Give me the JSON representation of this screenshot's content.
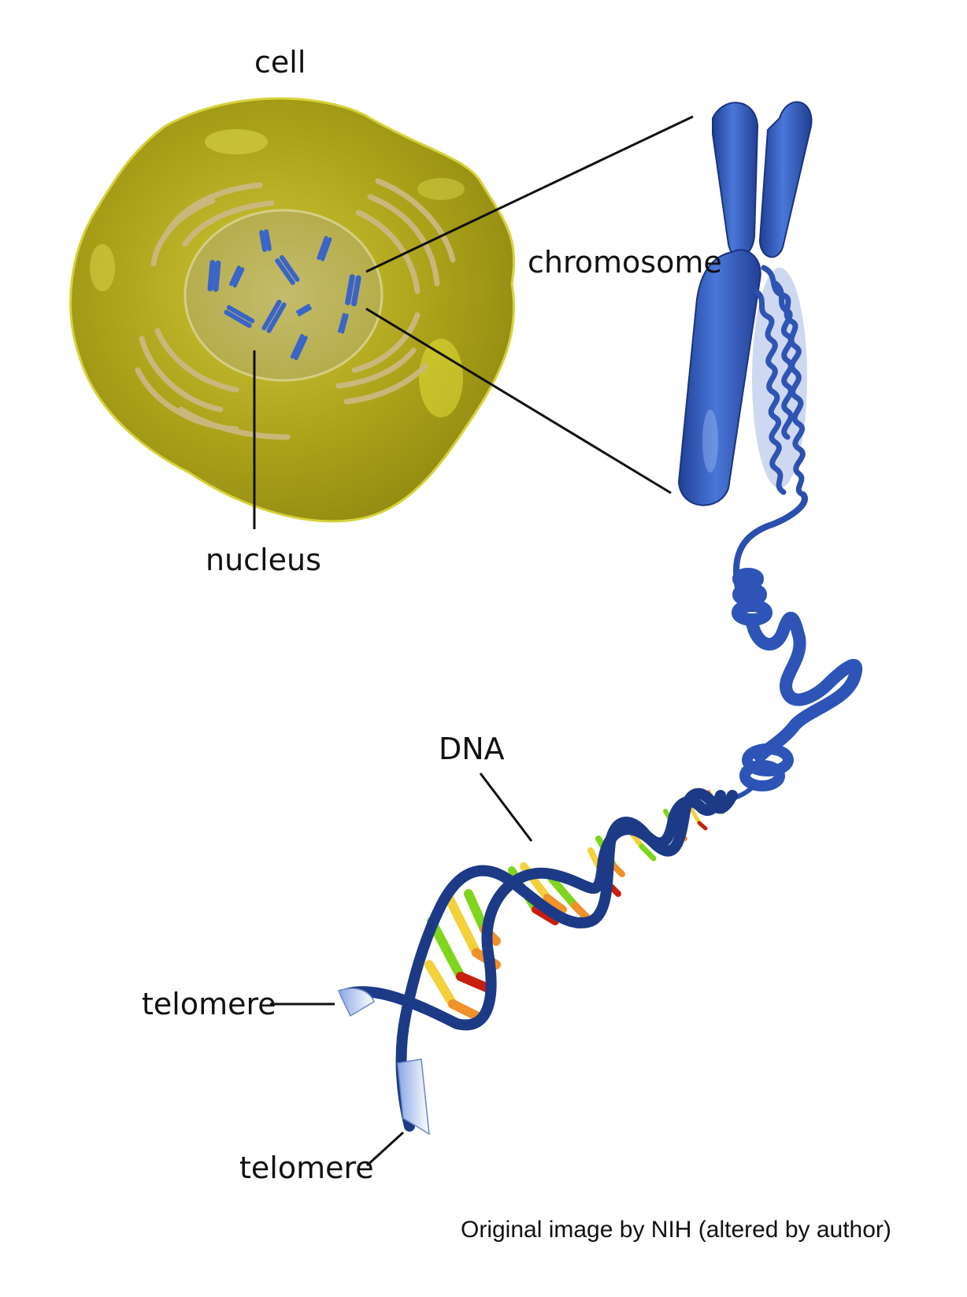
{
  "labels": {
    "cell": "cell",
    "nucleus": "nucleus",
    "chromosome": "chromosome",
    "dna": "DNA",
    "telomere_top": "telomere",
    "telomere_bottom": "telomere"
  },
  "credit": "Original image by NIH (altered by author)",
  "colors": {
    "cell_fill": "#a7a21a",
    "cell_highlight": "#d8d33a",
    "nucleus_fill": "#c9c06a",
    "organelle": "#c8b87a",
    "chromosome": "#2f56b8",
    "dna_backbone": "#1d3a86",
    "base_green": "#7fd61c",
    "base_orange": "#f0912a",
    "base_yellow": "#f2d13a",
    "base_red": "#c81e10",
    "line": "#111111"
  }
}
